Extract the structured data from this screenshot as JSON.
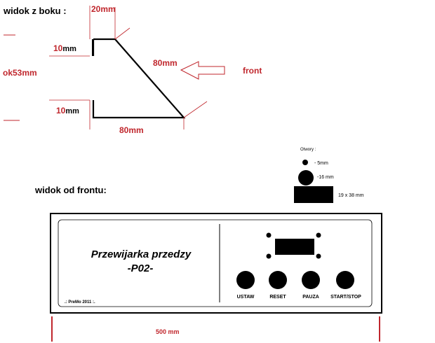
{
  "side_view": {
    "title": "widok z boku :",
    "dim_top": "20mm",
    "dim_left_top": "10",
    "dim_left_top_unit": "mm",
    "dim_height": "ok53mm",
    "dim_left_bottom": "10",
    "dim_left_bottom_unit": "mm",
    "dim_diagonal": "80mm",
    "dim_bottom": "80mm",
    "front_label": "front"
  },
  "holes": {
    "title": "Otwory :",
    "small": "- 5mm",
    "large": "-16 mm",
    "rect": "19 x 38 mm"
  },
  "front_view": {
    "title": "widok od frontu:",
    "panel_title_line1": "Przewijarka przedzy",
    "panel_title_line2": "-P02-",
    "credit": ".: PreMo 2011 :.",
    "buttons": [
      "USTAW",
      "RESET",
      "PAUZA",
      "START/STOP"
    ],
    "width_label": "500 mm"
  },
  "colors": {
    "dimension_red": "#c0272d",
    "line": "#000000",
    "thin_guide": "#c0272d",
    "arrow_outline": "#c0272d"
  }
}
